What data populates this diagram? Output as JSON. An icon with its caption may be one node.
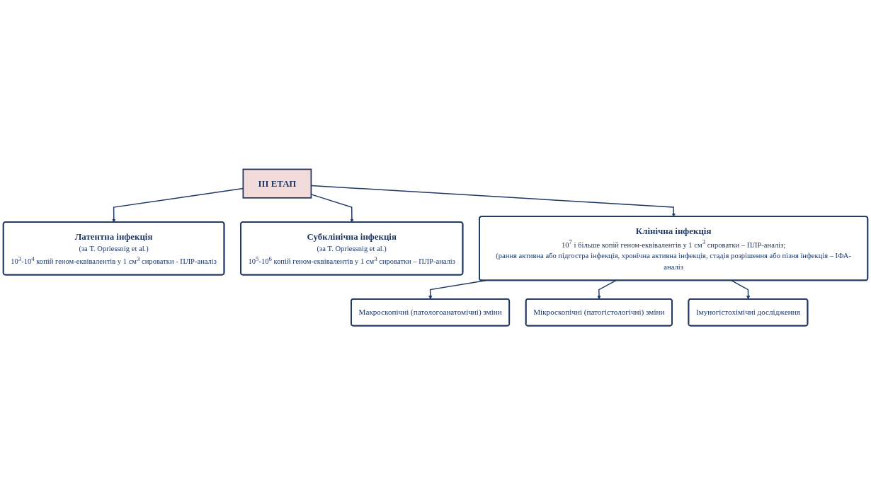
{
  "diagram": {
    "nodes": [
      {
        "text": [
          "III ЕТАП"
        ]
      },
      {
        "text": [
          "Латентна інфекція",
          "(за T. Opriessnig et al.)",
          "10$^{3}$-10$^{4}$ копій геном-еквівалентів у 1 см$^{3}$ сироватки - ПЛР-аналіз"
        ]
      },
      {
        "text": [
          "Субклінічна інфекція",
          "(за T. Opriessnig et al.)",
          "10$^{5}$-10$^{6}$ копій геном-еквівалентів у 1 см$^{3}$ сироватки – ПЛР-аналіз"
        ]
      },
      {
        "text": [
          "Клінічна інфекція",
          "10$^{7}$ і більше копій геном-еквівалентів у 1 см$^{3}$ сироватки – ПЛР-аналіз;",
          "(рання активна або підгостра інфекція, хронічна активна інфекція, стадія розрішення або пізня інфекція – ІФА-аналіз"
        ]
      },
      {
        "text": [
          "Макроскопічні (патологоанатомічні) зміни"
        ]
      },
      {
        "text": [
          "Мікроскопічні (патогістологічні) зміни"
        ]
      },
      {
        "text": [
          "Імуногістохімічні дослідження"
        ]
      }
    ],
    "edges": [
      {
        "from": 0,
        "to": 1,
        "arrow": "to"
      },
      {
        "from": 0,
        "to": 2,
        "arrow": "to"
      },
      {
        "from": 0,
        "to": 3,
        "arrow": "to"
      },
      {
        "from": 3,
        "to": 4,
        "arrow": "to"
      },
      {
        "from": 3,
        "to": 5,
        "arrow": "to"
      },
      {
        "from": 3,
        "to": 6,
        "arrow": "to"
      }
    ]
  }
}
